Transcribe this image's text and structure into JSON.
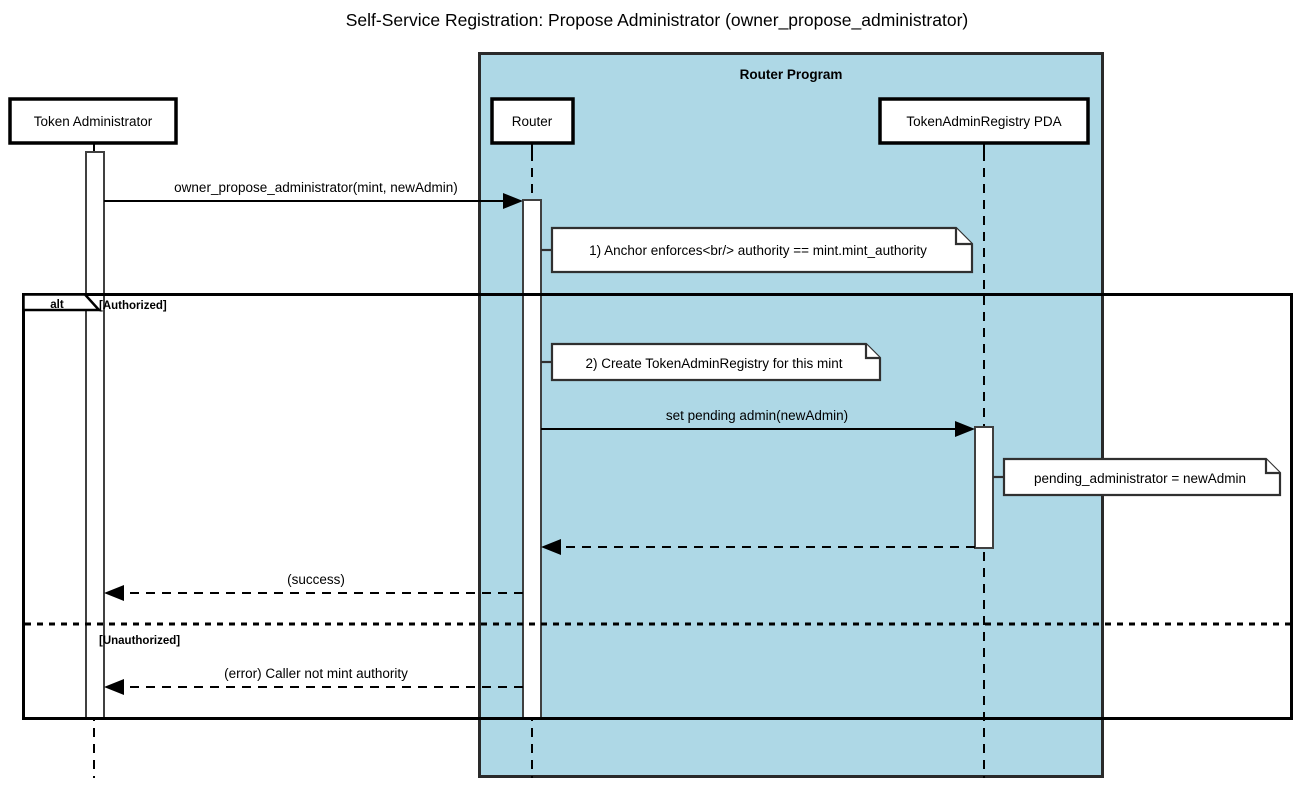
{
  "diagram": {
    "type": "sequence-diagram",
    "title": "Self-Service Registration: Propose Administrator (owner_propose_administrator)",
    "colors": {
      "group_fill": "#aed8e6",
      "group_stroke": "#2a2a2a",
      "line": "#000000",
      "note_fill": "#ffffff",
      "participant_fill": "#ffffff"
    },
    "groups": [
      {
        "id": "router-program",
        "label": "Router Program"
      }
    ],
    "participants": [
      {
        "id": "token-administrator",
        "label": "Token Administrator",
        "group": null
      },
      {
        "id": "router",
        "label": "Router",
        "group": "router-program"
      },
      {
        "id": "token-admin-registry-pda",
        "label": "TokenAdminRegistry PDA",
        "group": "router-program"
      }
    ],
    "messages": [
      {
        "index": 1,
        "label": "owner_propose_administrator(mint, newAdmin)",
        "from": "token-administrator",
        "to": "router",
        "style": "solid",
        "arrow": "filled"
      },
      {
        "index": 2,
        "label": "set pending admin(newAdmin)",
        "from": "router",
        "to": "token-admin-registry-pda",
        "style": "solid",
        "arrow": "filled"
      },
      {
        "index": 3,
        "label": "",
        "from": "token-admin-registry-pda",
        "to": "router",
        "style": "dashed",
        "arrow": "filled"
      },
      {
        "index": 4,
        "label": "(success)",
        "from": "router",
        "to": "token-administrator",
        "style": "dashed",
        "arrow": "filled"
      },
      {
        "index": 5,
        "label": "(error) Caller not mint authority",
        "from": "router",
        "to": "token-administrator",
        "style": "dashed",
        "arrow": "filled"
      }
    ],
    "notes": [
      {
        "id": "note-anchor-enforces",
        "text": "1) Anchor enforces<br/> authority == mint.mint_authority",
        "attached_to": "router"
      },
      {
        "id": "note-create-registry",
        "text": "2) Create TokenAdminRegistry for this mint",
        "attached_to": "router"
      },
      {
        "id": "note-pending-administrator",
        "text": "pending_administrator = newAdmin",
        "attached_to": "token-admin-registry-pda"
      }
    ],
    "fragments": [
      {
        "id": "alt-fragment",
        "operator": "alt",
        "branches": [
          {
            "condition": "[Authorized]"
          },
          {
            "condition": "[Unauthorized]"
          }
        ]
      }
    ]
  }
}
